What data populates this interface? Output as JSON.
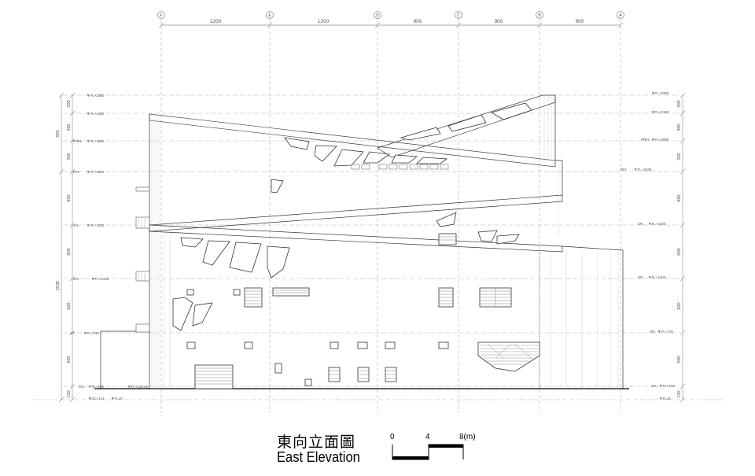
{
  "drawing": {
    "title_zh": "東向立面圖",
    "title_en": "East Elevation"
  },
  "grid_axes": [
    {
      "label": "F"
    },
    {
      "label": "E"
    },
    {
      "label": "D"
    },
    {
      "label": "C"
    },
    {
      "label": "B"
    },
    {
      "label": "A"
    }
  ],
  "top_dimensions": [
    "1200",
    "1200",
    "900",
    "900",
    "900"
  ],
  "left_levels": [
    {
      "name": "",
      "value": "▼FL+3380"
    },
    {
      "name": "",
      "value": "▼FL+3180"
    },
    {
      "name": "PRFL",
      "value": "▼FL+2880"
    },
    {
      "name": "RFL",
      "value": "▼FL+2530"
    },
    {
      "name": "4FL",
      "value": "▼FL+1830"
    },
    {
      "name": "3FL",
      "value": "▼FL+1330"
    },
    {
      "name": "2FL",
      "value": "▼FL+730"
    },
    {
      "name": "1FL",
      "value": "▼FL+159"
    },
    {
      "name": "",
      "value": "▼GL+121"
    }
  ],
  "left_aux_labels": [
    "▼FL+120.35",
    "▼FL±0"
  ],
  "right_levels": [
    {
      "name": "",
      "value": "▼FL+3380"
    },
    {
      "name": "",
      "value": "▼FL+3180"
    },
    {
      "name": "PRFL",
      "value": "▼FL+2880"
    },
    {
      "name": "RFL",
      "value": "▼FL+2530"
    },
    {
      "name": "4FL",
      "value": "▼FL+1830"
    },
    {
      "name": "3FL",
      "value": "▼FL+1330"
    },
    {
      "name": "2FL",
      "value": "▼FL+730"
    },
    {
      "name": "1FL",
      "value": "▼FL+150"
    },
    {
      "name": "",
      "value": "▼FL±0"
    }
  ],
  "left_dimensions": [
    "200",
    "300",
    "350",
    "800",
    "600",
    "600",
    "600",
    "120"
  ],
  "left_totals": [
    "850",
    "2530"
  ],
  "right_dimensions": [
    "200",
    "300",
    "350",
    "800",
    "600",
    "600",
    "600",
    "120"
  ],
  "scale_bar": {
    "labels": [
      "0",
      "4",
      "8(m)"
    ]
  }
}
